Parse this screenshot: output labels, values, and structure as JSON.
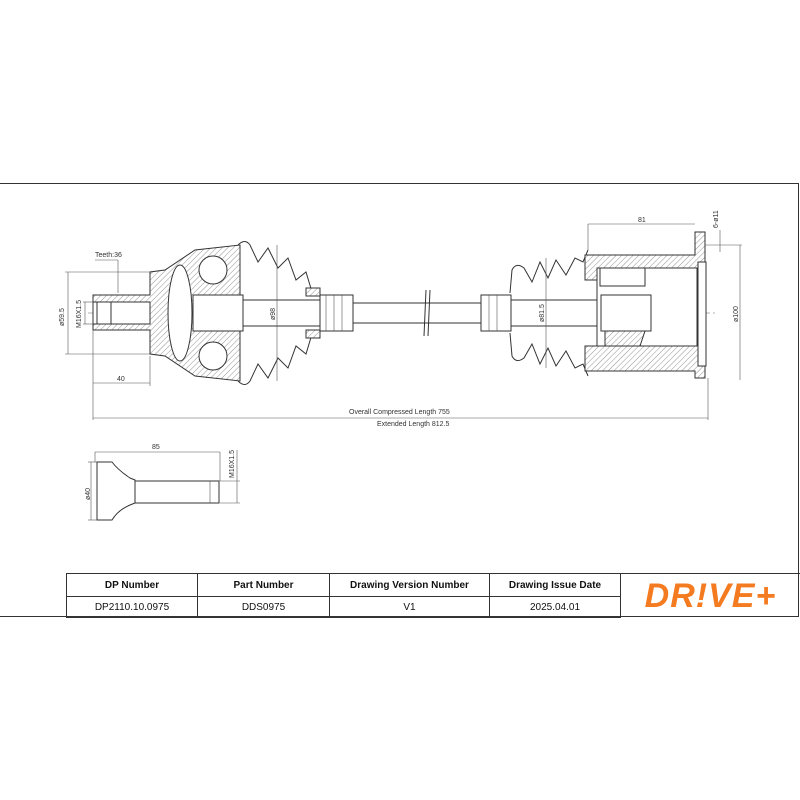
{
  "drawing": {
    "labels": {
      "teeth": "Teeth:36",
      "outer_diameter": "ø59.5",
      "outer_thread": "M16X1.5",
      "stub_length": "40",
      "boot_diameter": "ø98",
      "inner_boot_diameter": "ø81.5",
      "flange_depth": "81",
      "bolt_holes": "6-ø11",
      "flange_diameter": "ø100",
      "compressed_length": "Overall  Compressed  Length 755",
      "extended_length": "Extended  Length 812.5",
      "bolt_length": "85",
      "bolt_thread": "M16X1.5",
      "bolt_head_diameter": "ø40"
    }
  },
  "title_block": {
    "headers": [
      "DP Number",
      "Part Number",
      "Drawing Version Number",
      "Drawing Issue Date"
    ],
    "values": [
      "DP2110.10.0975",
      "DDS0975",
      "V1",
      "2025.04.01"
    ],
    "logo": "DR!VE+",
    "logo_color": "#f47b20"
  }
}
